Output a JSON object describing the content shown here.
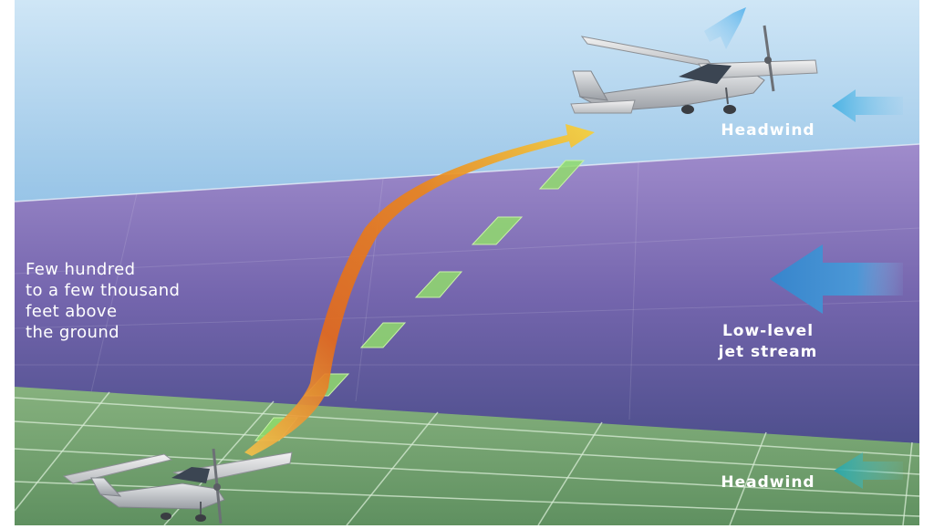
{
  "labels": {
    "altitude_note": "Few hundred\nto a few thousand\nfeet above\nthe ground",
    "headwind_top": "Headwind",
    "low_level_jet": "Low-level\njet stream",
    "headwind_bottom": "Headwind"
  },
  "icons": [
    "airplane-icon",
    "wind-arrow-icon"
  ],
  "colors": {
    "sky_top": "#5aa6d8",
    "jet_layer": "#6e62a6",
    "ground": "#6c9a68",
    "flight_path": "#e88a1c",
    "glide_path": "#8fd86a",
    "wind_arrow": "#3f8fd0"
  }
}
